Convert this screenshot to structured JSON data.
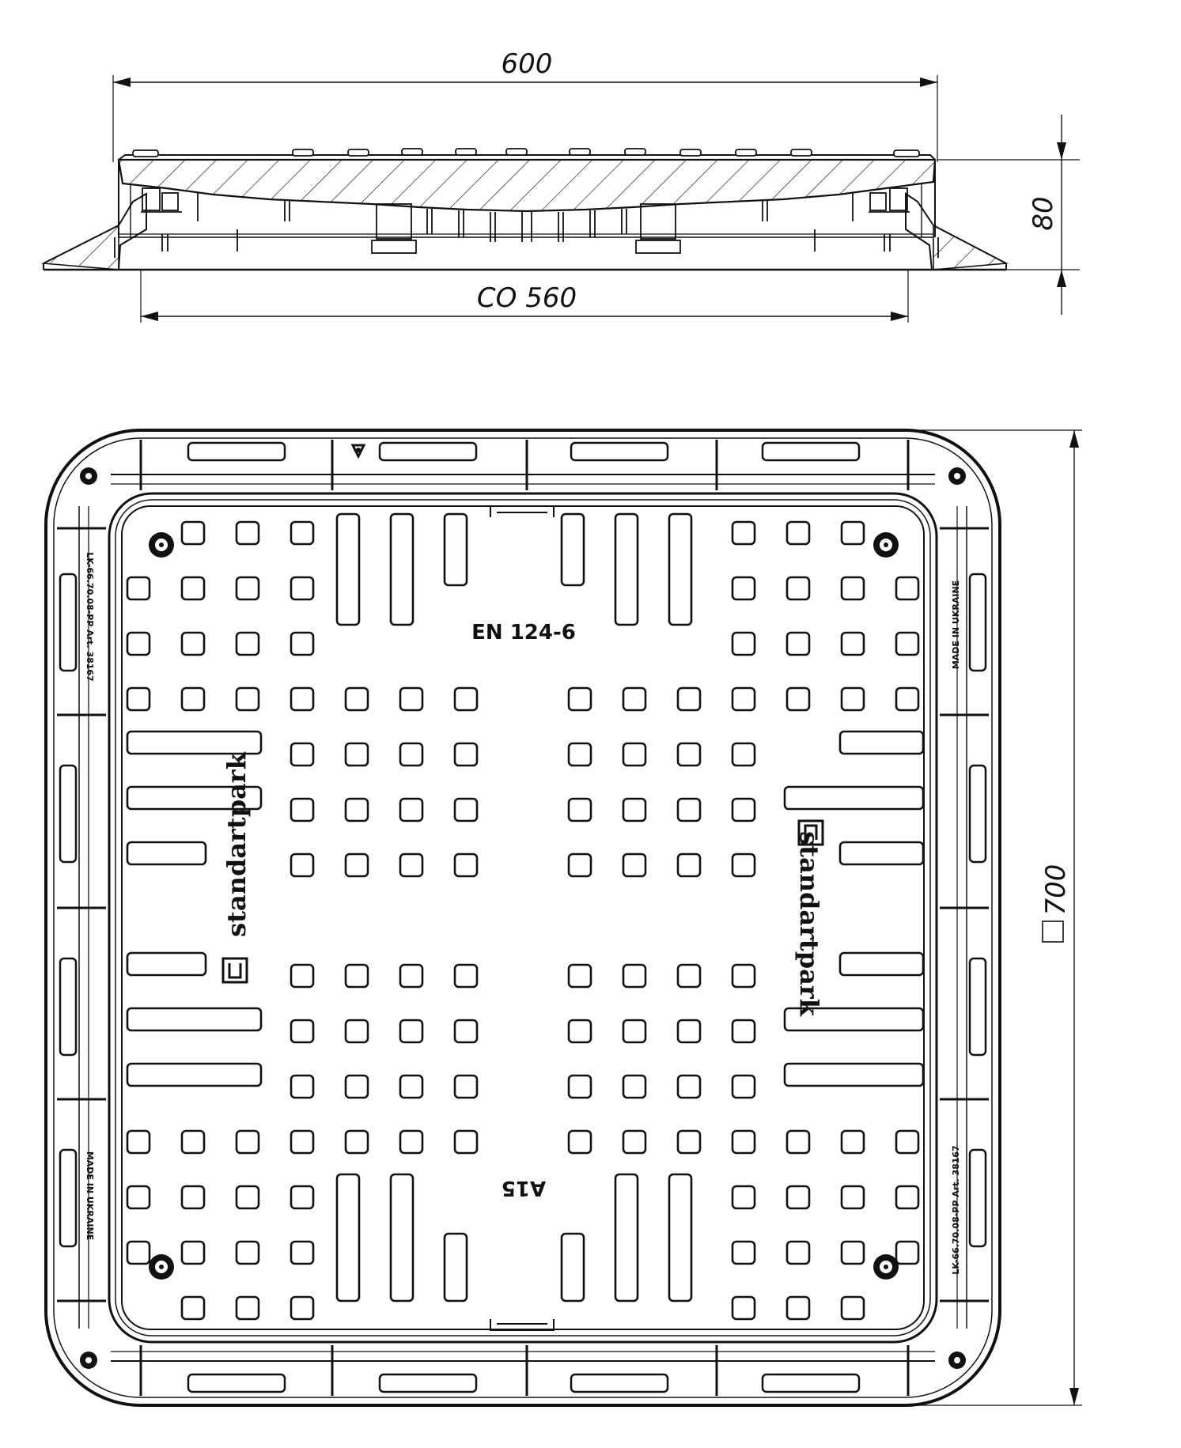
{
  "dimensions": {
    "top_width": "600",
    "height": "80",
    "clear_opening": "CO 560",
    "frame_size": "700",
    "frame_size_symbol": "□"
  },
  "cover_marks": {
    "standard": "EN 124-6",
    "load_class": "A15",
    "brand_left": "standartpark",
    "brand_right": "standartpark",
    "frame_left_top": "LK-66.70.08-PP Art. 38167",
    "frame_left_bottom": "MADE IN UKRAINE",
    "frame_right_top": "MADE IN UKRAINE",
    "frame_right_bottom": "LK-66.70.08-PP Art. 38167"
  },
  "colors": {
    "line": "#111111",
    "background": "#ffffff"
  }
}
